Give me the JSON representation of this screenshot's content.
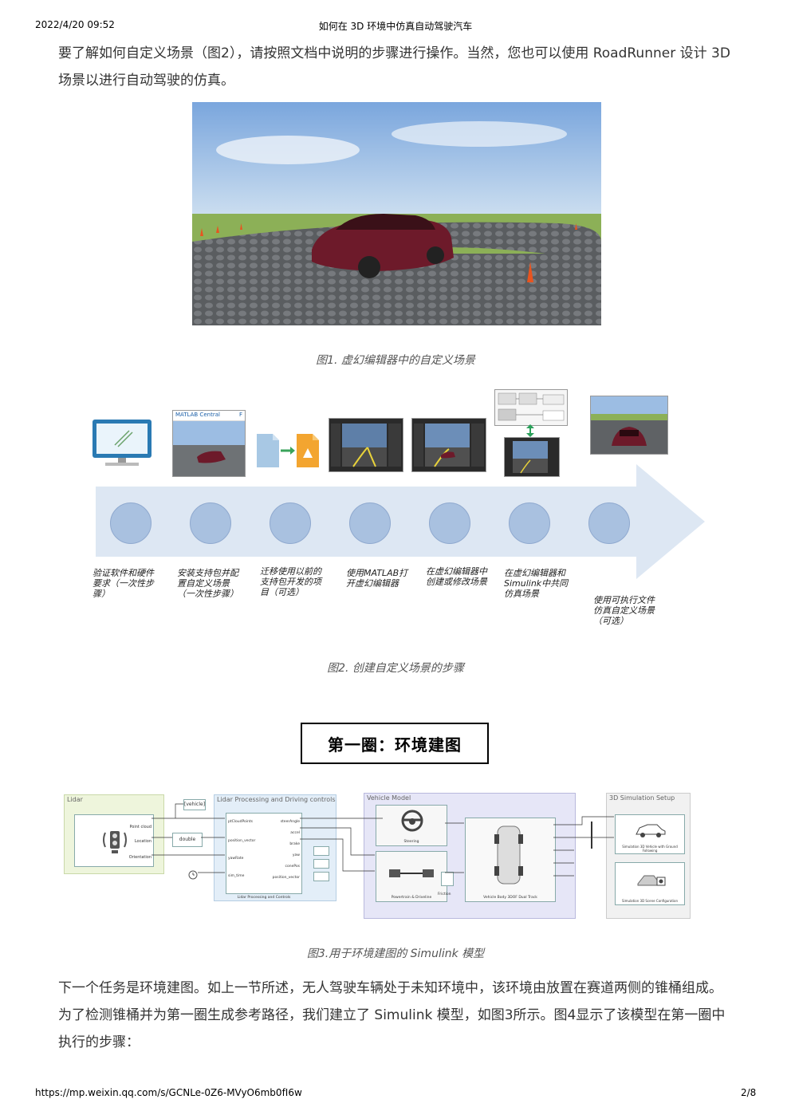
{
  "header": {
    "datetime": "2022/4/20 09:52",
    "title": "如何在 3D 环境中仿真自动驾驶汽车"
  },
  "intro_paragraph": "要了解如何自定义场景（图2），请按照文档中说明的步骤进行操作。当然，您也可以使用 RoadRunner 设计 3D 场景以进行自动驾驶的仿真。",
  "figure1": {
    "caption": "图1. 虚幻编辑器中的自定义场景"
  },
  "figure2": {
    "caption": "图2. 创建自定义场景的步骤",
    "matlab_tab": "MATLAB Central",
    "matlab_tab_extra": "F",
    "steps": [
      "验证软件和硬件要求（一次性步骤）",
      "安装支持包并配置自定义场景（一次性步骤）",
      "迁移使用以前的支持包开发的项目（可选）",
      "使用MATLAB打开虚幻编辑器",
      "在虚幻编辑器中创建或修改场景",
      "在虚幻编辑器和Simulink中共同仿真场景",
      "使用可执行文件仿真自定义场景（可选）"
    ]
  },
  "section_title": "第一圈：环境建图",
  "figure3": {
    "caption": "图3.用于环境建图的 Simulink 模型",
    "panels": {
      "lidar": "Lidar",
      "processing": "Lidar Processing and Driving controls",
      "vehicle": "Vehicle Model",
      "sim3d": "3D Simulation Setup"
    },
    "blocks": {
      "double": "double",
      "vehicle_tag": "[vehicle]",
      "lidar_proc": "Lidar Processing and Controls",
      "steering": "Steering",
      "powertrain": "Powertrain & Driveline",
      "body": "Vehicle Body 3DOF Dual Track",
      "friction": "Friction",
      "sim_vehicle": "Simulation 3D Vehicle with Ground Following",
      "sim_scene": "Simulation 3D Scene Configuration"
    },
    "ports": {
      "point_cloud": "Point cloud",
      "location": "Location",
      "orientation": "Orientation",
      "ptcloud_in": "ptCloudPoints",
      "position_vector": "position_vector",
      "yaw_rate": "yawRate",
      "sim_time": "sim_time",
      "steer_angle": "steerAngle",
      "accel": "accel",
      "brake": "brake",
      "yaw": "yaw",
      "cone_pos": "conePos",
      "position_vector_out": "position_vector"
    }
  },
  "body_paragraph": "下一个任务是环境建图。如上一节所述，无人驾驶车辆处于未知环境中，该环境由放置在赛道两侧的锥桶组成。为了检测锥桶并为第一圈生成参考路径，我们建立了 Simulink 模型，如图3所示。图4显示了该模型在第一圈中执行的步骤：",
  "footer": {
    "url": "https://mp.weixin.qq.com/s/GCNLe-0Z6-MVyO6mb0fI6w",
    "page": "2/8"
  },
  "colors": {
    "arrow": "#dde7f3",
    "circle": "#a9c1e0",
    "car": "#6d1a2a",
    "sky": "#8fb4e2",
    "grass": "#8cb057"
  }
}
